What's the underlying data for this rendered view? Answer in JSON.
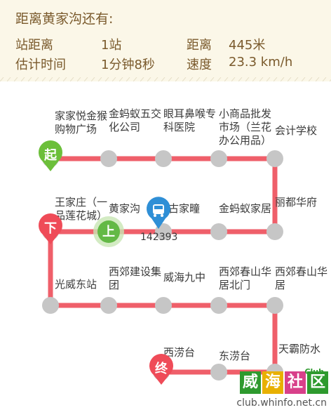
{
  "info": {
    "title": "距离黄家沟还有:",
    "stops_label": "站距离",
    "stops_value": "1站",
    "distance_label": "距离",
    "distance_value": "445米",
    "time_label": "估计时间",
    "time_value": "1分钟8秒",
    "speed_label": "速度",
    "speed_value": "23.3 km/h"
  },
  "colors": {
    "route_line": "#ef5f6a",
    "stop_dot": "#c6c6c6",
    "start_marker": "#6cbf3a",
    "alight_marker": "#ef4b58",
    "current_marker": "#63b946",
    "bus_marker": "#2f8fd6",
    "end_marker": "#ef4b58",
    "info_bg": "#fbf7e8",
    "info_text": "#7a5a2c"
  },
  "stops": [
    {
      "name": "家家悦金猴购物广场",
      "lines": [
        "家家悦金猴",
        "购物广场"
      ],
      "marker": "起"
    },
    {
      "name": "金蚂蚁五交化公司",
      "lines": [
        "金蚂蚁五交",
        "化公司"
      ]
    },
    {
      "name": "眼耳鼻喉专科医院",
      "lines": [
        "眼耳鼻喉专",
        "科医院"
      ]
    },
    {
      "name": "小商品批发市场（兰花办公用品）",
      "lines": [
        "小商品批发",
        "市场（兰花",
        "办公用品）"
      ]
    },
    {
      "name": "会计学校",
      "lines": [
        "会计学校"
      ]
    },
    {
      "name": "丽都华府",
      "lines": [
        "丽都华府"
      ]
    },
    {
      "name": "金蚂蚁家居",
      "lines": [
        "金蚂蚁家居"
      ]
    },
    {
      "name": "古家疃",
      "lines": [
        "古家疃"
      ]
    },
    {
      "name": "黄家沟",
      "lines": [
        "黄家沟"
      ],
      "marker": "上"
    },
    {
      "name": "王家庄（一品莲花城）",
      "lines": [
        "王家庄（一",
        "品莲花城）"
      ],
      "marker": "下"
    },
    {
      "name": "光威东站",
      "lines": [
        "光威东站"
      ]
    },
    {
      "name": "西郊建设集团",
      "lines": [
        "西郊建设集",
        "团"
      ]
    },
    {
      "name": "威海九中",
      "lines": [
        "威海九中"
      ]
    },
    {
      "name": "西郊春山华居北门",
      "lines": [
        "西郊春山华",
        "居北门"
      ]
    },
    {
      "name": "西郊春山华居",
      "lines": [
        "西郊春山华",
        "居"
      ]
    },
    {
      "name": "天霸防水",
      "lines": [
        "天霸防水"
      ]
    },
    {
      "name": "东涝台",
      "lines": [
        "东涝台"
      ]
    },
    {
      "name": "西涝台",
      "lines": [
        "西涝台"
      ],
      "marker": "终"
    }
  ],
  "bus": {
    "id": "142393",
    "icon": "bus-icon",
    "segment": "between 黄家沟 and 古家疃"
  },
  "watermark": {
    "chars": [
      "威",
      "海",
      "社",
      "区"
    ],
    "club": "Club",
    "url": "club.whinfo.net.cn"
  }
}
